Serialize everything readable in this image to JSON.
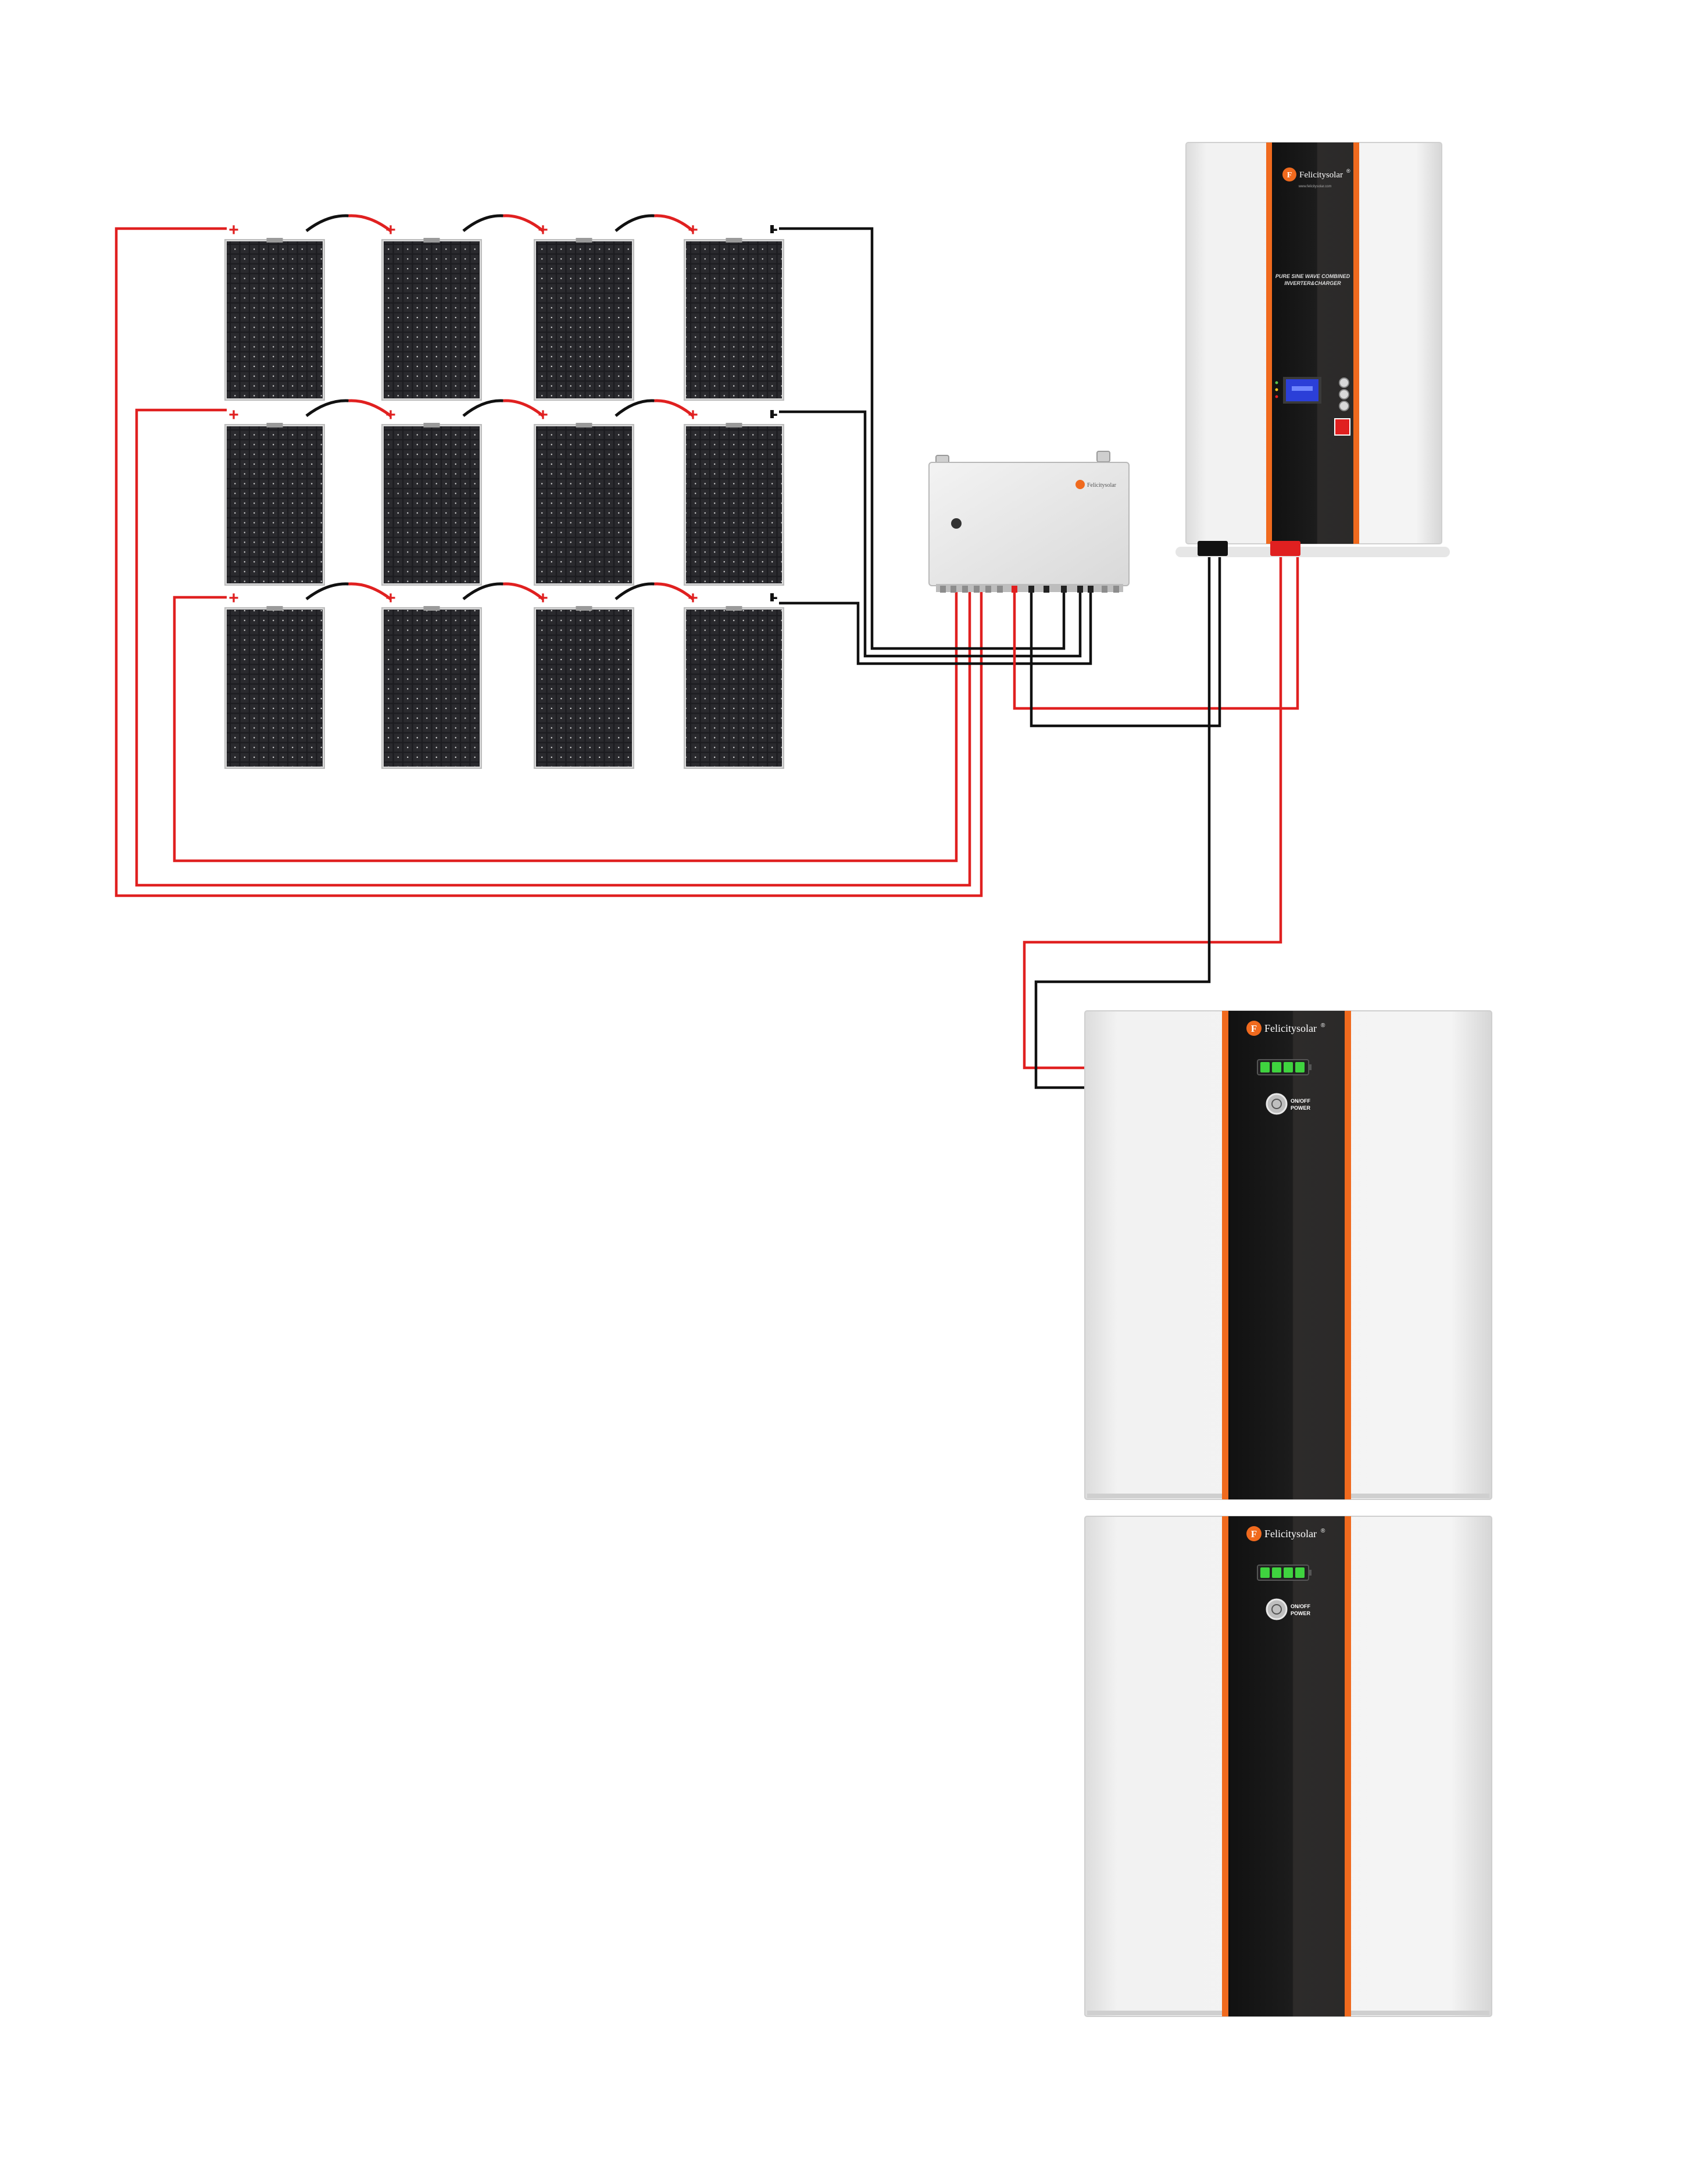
{
  "brand": {
    "name": "Felicitysolar",
    "logo_letter": "F",
    "registered_mark": "®",
    "inverter_sub": "www.felicitysolar.com"
  },
  "panels": {
    "plus_symbol": "+",
    "minus_symbol": "-"
  },
  "inverter": {
    "line1": "PURE SINE WAVE COMBINED",
    "line2": "INVERTER&CHARGER"
  },
  "battery": {
    "button_line1": "ON/OFF",
    "button_line2": "POWER"
  },
  "colors": {
    "wire_positive": "#e02020",
    "wire_negative": "#111111",
    "accent_orange": "#f06a1e",
    "panel_cell": "#1c1c1e",
    "case_light": "#eeeeee",
    "case_dark": "#1f1f1f",
    "led_green": "#3fd33f"
  }
}
